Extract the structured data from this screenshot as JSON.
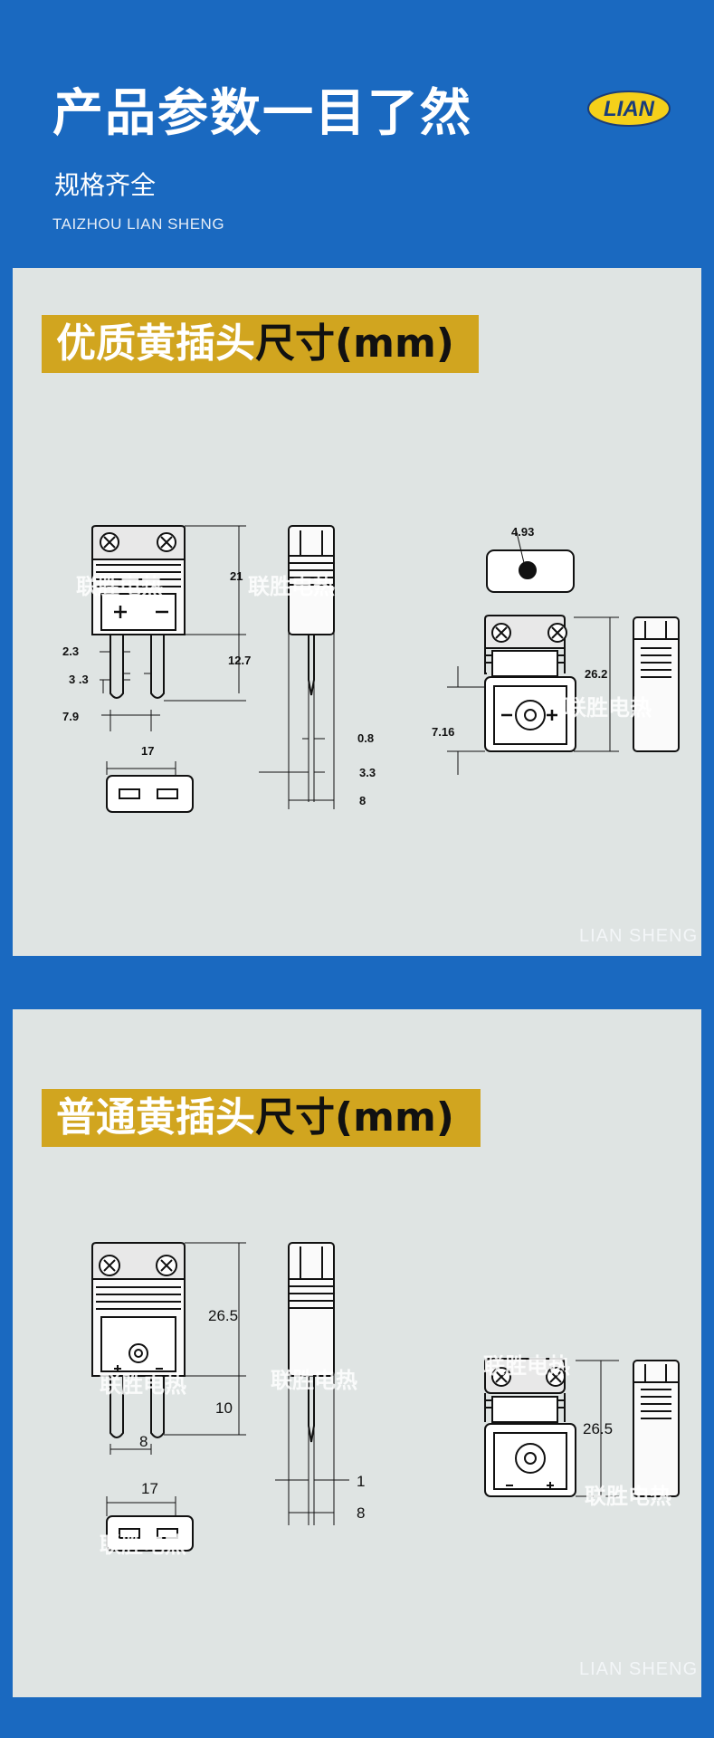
{
  "header": {
    "title": "产品参数一目了然",
    "subtitle": "规格齐全",
    "company_en": "TAIZHOU LIAN  SHENG",
    "logo_text": "LIAN"
  },
  "colors": {
    "background": "#1a69c0",
    "banner": "#d1a51f",
    "panel": "#dfe4e3",
    "logo_yellow": "#f5d01a"
  },
  "section1": {
    "banner_white": "优质黄插头",
    "banner_black": "尺寸(mm)",
    "dims": {
      "height": "21",
      "pin_length": "12.7",
      "d1": "2.3",
      "d2": "3 .3",
      "pitch": "7.9",
      "width": "17",
      "pin_thickness": "0.8",
      "d3": "3.3",
      "depth": "8",
      "hole": "4.93",
      "jack_height": "26.2",
      "jack_offset": "7.16"
    },
    "watermark_cn": "联胜电热",
    "watermark_en": "LIAN  SHENG"
  },
  "section2": {
    "banner_white": "普通黄插头",
    "banner_black": "尺寸(mm)",
    "dims": {
      "height": "26.5",
      "pin_length": "10",
      "pitch": "8",
      "width": "17",
      "pin_thickness": "1",
      "depth": "8",
      "jack_height": "26.5"
    },
    "watermark_cn": "联胜电热",
    "watermark_en": "LIAN  SHENG"
  }
}
